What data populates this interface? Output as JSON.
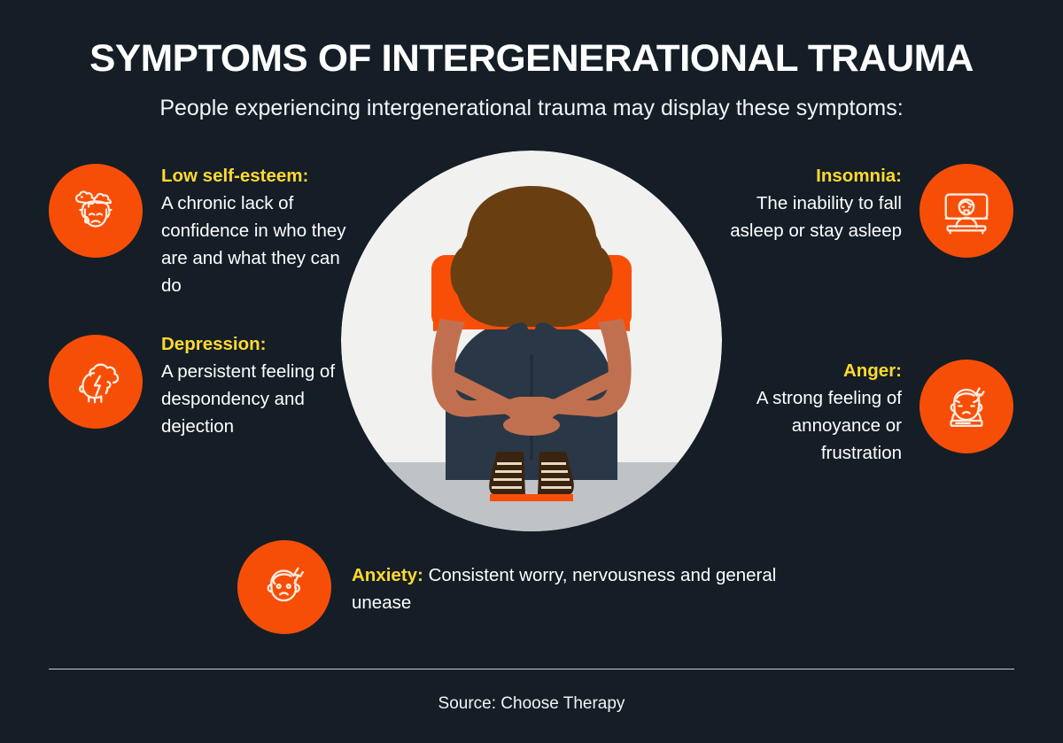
{
  "header": {
    "title": "SYMPTOMS OF INTERGENERATIONAL TRAUMA",
    "subtitle": "People experiencing intergenerational trauma may display these symptoms:"
  },
  "symptoms": [
    {
      "id": "low-self-esteem",
      "heading": "Low self-esteem:",
      "body": "A chronic lack of confidence in who they are and what they can do",
      "icon": "sad-face-rain-cloud-icon",
      "position": "left-top"
    },
    {
      "id": "depression",
      "heading": "Depression:",
      "body": "A persistent feeling of despondency and dejection",
      "icon": "head-storm-cloud-lightning-icon",
      "position": "left-bottom"
    },
    {
      "id": "insomnia",
      "heading": "Insomnia:",
      "body": "The inability to fall asleep or stay asleep",
      "icon": "person-awake-in-bed-icon",
      "position": "right-top"
    },
    {
      "id": "anger",
      "heading": "Anger:",
      "body": "A strong feeling of annoyance or frustration",
      "icon": "angry-face-lightning-icon",
      "position": "right-bottom"
    },
    {
      "id": "anxiety",
      "heading": "Anxiety:",
      "body": "Consistent worry, nervousness and general unease",
      "icon": "worried-face-lightning-icon",
      "position": "bottom-center"
    }
  ],
  "illustration": {
    "name": "person-sitting-hugging-knees",
    "description": "Person seated on the ground with head down, arms wrapped around knees"
  },
  "footer": {
    "source": "Source: Choose Therapy"
  },
  "colors": {
    "background": "#151E27",
    "accent_orange": "#F74E07",
    "accent_yellow": "#FFD930",
    "text_white": "#FFFFFF",
    "circle_light": "#F1F1F0",
    "floor_gray": "#BFC3C6",
    "hair_brown": "#693F12",
    "skin": "#C1704F",
    "jeans_navy": "#2A3746",
    "boot_brown": "#3A2410",
    "divider": "#C9CDD1"
  }
}
